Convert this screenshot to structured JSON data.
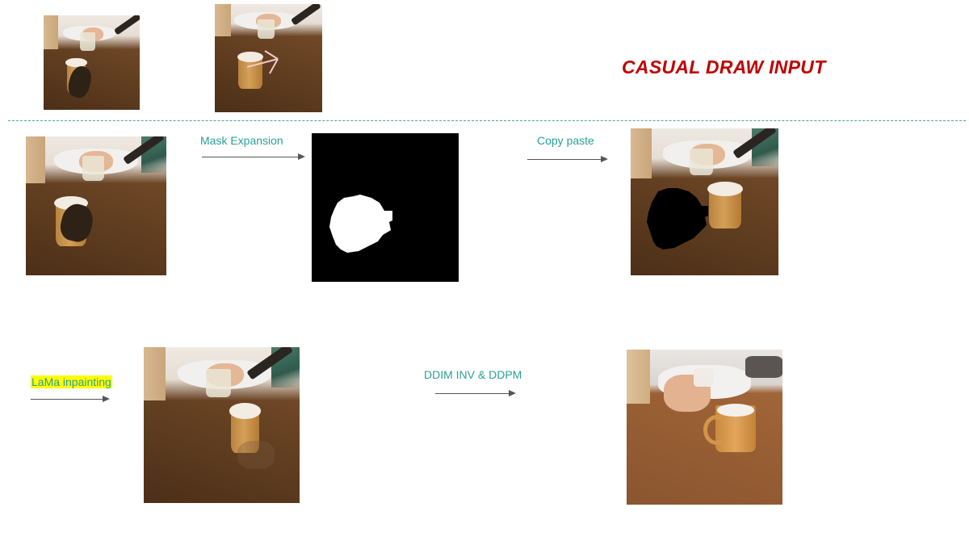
{
  "title": "CASUAL DRAW INPUT",
  "steps": {
    "mask_expansion": "Mask Expansion",
    "copy_paste": "Copy paste",
    "lama_inpainting": "LaMa inpainting",
    "ddim": "DDIM INV  & DDPM"
  },
  "colors": {
    "title": "#c00000",
    "step_label": "#2aa196",
    "highlight": "#ffff00",
    "divider": "#49a89a",
    "arrow": "#555555"
  },
  "icons": [
    "arrow-right-icon"
  ]
}
